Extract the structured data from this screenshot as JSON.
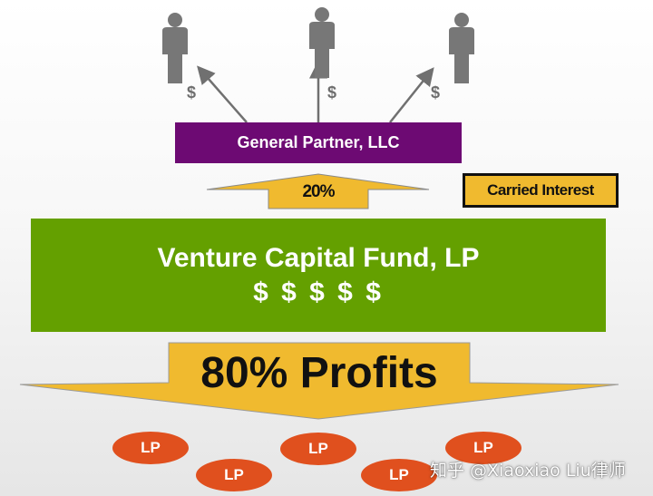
{
  "general_partner": {
    "label": "General Partner, LLC"
  },
  "carry": {
    "percent": "20%",
    "label": "Carried Interest"
  },
  "fund": {
    "title": "Venture Capital Fund, LP",
    "dollars": "$ $ $ $ $"
  },
  "profits": {
    "label": "80% Profits"
  },
  "partner_payouts": [
    "$",
    "$",
    "$"
  ],
  "limited_partners": [
    "LP",
    "LP",
    "LP",
    "LP",
    "LP"
  ],
  "watermark": "知乎 @Xiaoxiao Liu律师",
  "colors": {
    "general_partner": "#6d0a73",
    "fund": "#64a000",
    "arrow": "#f0ba2f",
    "limited_partner": "#e0501e",
    "person": "#777777"
  }
}
